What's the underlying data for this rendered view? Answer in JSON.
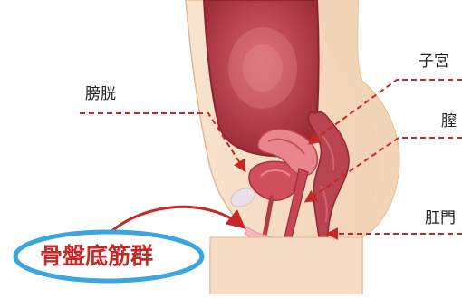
{
  "labels": {
    "bladder": "膀胱",
    "uterus": "子宮",
    "vagina": "膣",
    "anus": "肛門",
    "pelvic_floor": "骨盤底筋群"
  },
  "colors": {
    "skin": "#f6dcc4",
    "skin_shadow": "#eecaa8",
    "outline": "#e9bf96",
    "organ_dark": "#b93a46",
    "organ_mid": "#d35660",
    "organ_light": "#eb8f96",
    "rectum": "#b84450",
    "pointer": "#c62828",
    "title_text": "#c62828",
    "title_outline": "#3aa6dd"
  }
}
